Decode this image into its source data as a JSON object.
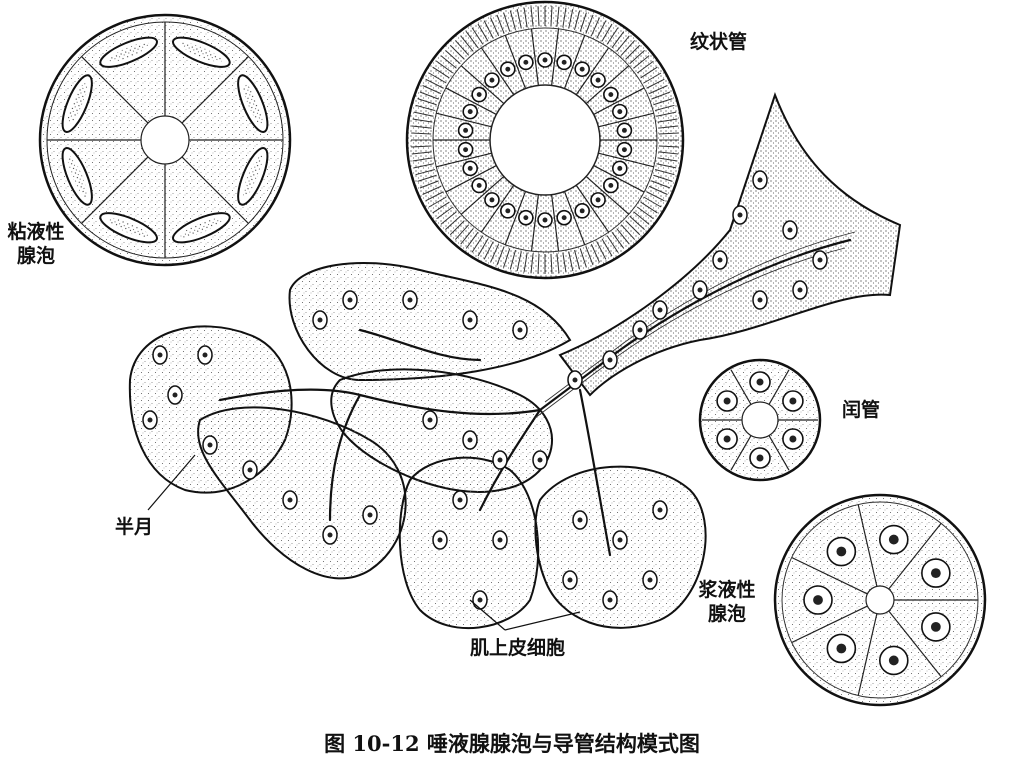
{
  "labels": {
    "mucous_acinus": [
      "粘液性",
      "腺泡"
    ],
    "striated_duct": "纹状管",
    "intercalated_duct": "闰管",
    "demilune": "半月",
    "serous_acinus": [
      "浆液性",
      "腺泡"
    ],
    "myoepithelial_cell": "肌上皮细胞"
  },
  "caption": "图 10-12  唾液腺腺泡与导管结构模式图"
}
